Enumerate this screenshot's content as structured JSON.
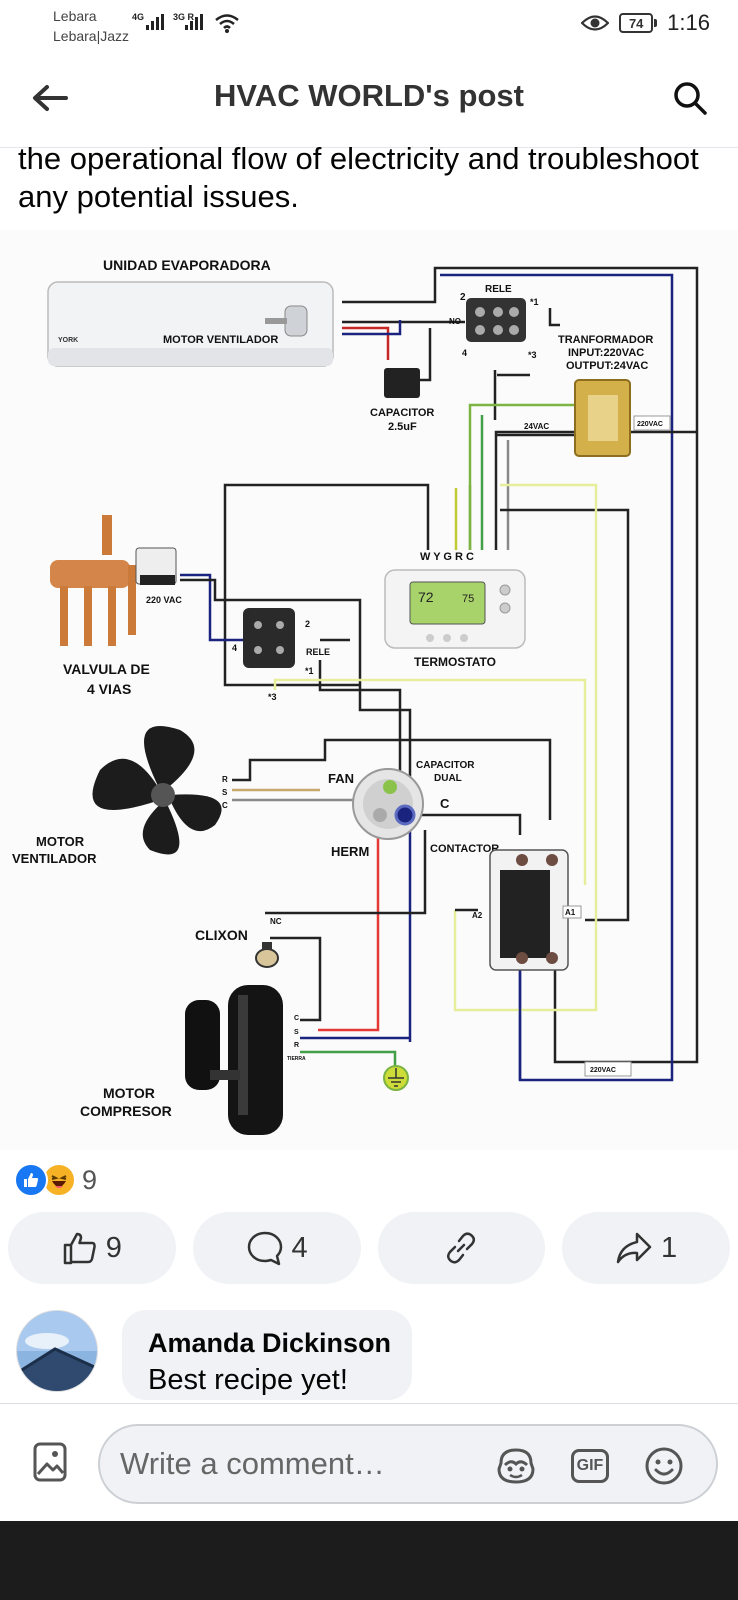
{
  "status_bar": {
    "carrier_line1": "Lebara",
    "carrier_line2": "Lebara|Jazz",
    "network1": "4G",
    "network2": "3G R",
    "battery": "74",
    "time": "1:16"
  },
  "header": {
    "title": "HVAC WORLD's post"
  },
  "post": {
    "text": "the operational flow of electricity and troubleshoot any potential issues."
  },
  "diagram": {
    "labels": {
      "unidad": "UNIDAD EVAPORADORA",
      "motor_vent_int": "MOTOR VENTILADOR",
      "york": "YORK",
      "rele_top": "RELE",
      "no": "NO",
      "pin2_top": "2",
      "pin1_top": "*1",
      "pin4_top": "4",
      "pin3_top": "*3",
      "transformador": "TRANFORMADOR",
      "input": "INPUT:220VAC",
      "output": "OUTPUT:24VAC",
      "capacitor": "CAPACITOR",
      "capacitor_val": "2.5uF",
      "vac24": "24VAC",
      "vac220_r": "220VAC",
      "wygrc": "W  Y  G  R  C",
      "termostato": "TERMOSTATO",
      "vac220_valve": "220 VAC",
      "valvula1": "VALVULA DE",
      "valvula2": "4 VIAS",
      "rele_mid": "RELE",
      "pin2_mid": "2",
      "pin4_mid": "4",
      "pin1_mid": "*1",
      "pin3_mid": "*3",
      "fan": "FAN",
      "cap_dual1": "CAPACITOR",
      "cap_dual2": "DUAL",
      "c": "C",
      "herm": "HERM",
      "contactor": "CONTACTOR",
      "motor_vent1": "MOTOR",
      "motor_vent2": "VENTILADOR",
      "clixon": "CLIXON",
      "nc": "NC",
      "a1": "A1",
      "a2": "A2",
      "csr_c": "C",
      "csr_s": "S",
      "csr_r": "R",
      "tierra": "TIERRA",
      "vac220_b": "220VAC",
      "motor_comp1": "MOTOR",
      "motor_comp2": "COMPRESOR",
      "fan_r": "R",
      "fan_s": "S",
      "fan_c": "C"
    }
  },
  "reactions": {
    "count": "9"
  },
  "actions": {
    "like_count": "9",
    "comment_count": "4",
    "share_count": "1"
  },
  "comment": {
    "author": "Amanda Dickinson",
    "text": "Best recipe yet!"
  },
  "composer": {
    "placeholder": "Write a comment…"
  },
  "colors": {
    "facebook_blue": "#1877f2",
    "haha_yellow": "#f7b125",
    "button_gray": "#f0f2f5"
  }
}
